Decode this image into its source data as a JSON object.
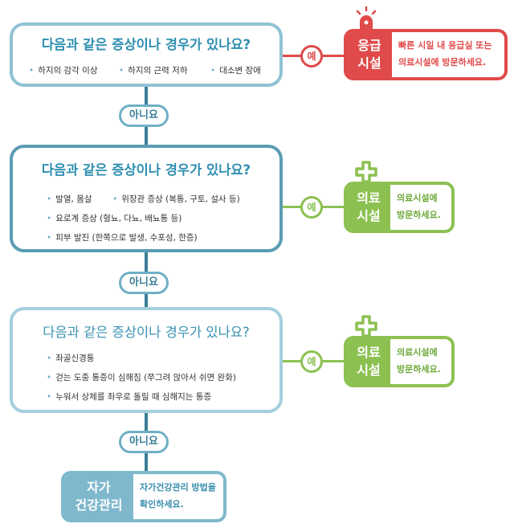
{
  "colors": {
    "blue_dark": "#3b7f97",
    "blue_mid": "#5a9db3",
    "blue_light": "#8fc3d4",
    "red": "#e04a4a",
    "green": "#8cc152",
    "self_care": "#7fb8cc"
  },
  "q1": {
    "title": "다음과 같은 증상이나 경우가 있나요?",
    "items": [
      "하지의 감각 이상",
      "하지의 근력 저하",
      "대소변 장애"
    ]
  },
  "q2": {
    "title": "다음과 같은 증상이나 경우가 있나요?",
    "items": [
      "발열, 몸살",
      "위장관 증상 (복통, 구토, 설사 등)",
      "요로계 증상 (혈뇨, 다뇨, 배뇨통 등)",
      "피부 발진 (한쪽으로 발생, 수포성, 한증)"
    ]
  },
  "q3": {
    "title": "다음과 같은 증상이나 경우가 있나요?",
    "items": [
      "좌골신경통",
      "걷는 도중 통증이 심해짐 (쭈그려 앉아서 쉬면 완화)",
      "누워서 상체를 좌우로 돌릴 때 심해지는 통증"
    ]
  },
  "no_label": "아니요",
  "yes_label": "예",
  "emergency": {
    "label_line1": "응급",
    "label_line2": "시설",
    "text_line1": "빠른 시일 내 응급실 또는",
    "text_line2": "의료시설에 방문하세요.",
    "icon": "siren-icon"
  },
  "medical": {
    "label_line1": "의료",
    "label_line2": "시설",
    "text_line1": "의료시설에",
    "text_line2": "방문하세요.",
    "icon": "medical-cross-icon"
  },
  "self_care": {
    "label_line1": "자가",
    "label_line2": "건강관리",
    "text_line1": "자가건강관리 방법을",
    "text_line2": "확인하세요."
  }
}
